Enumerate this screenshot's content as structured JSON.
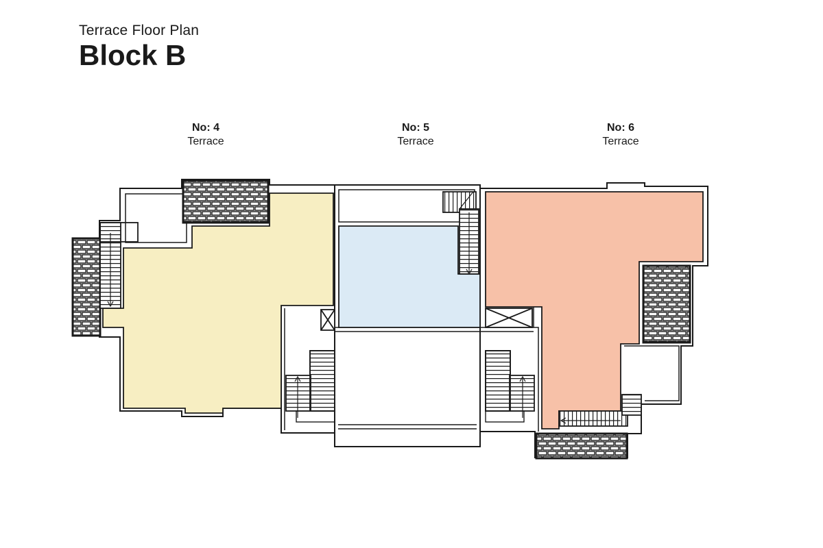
{
  "header": {
    "subtitle": "Terrace Floor Plan",
    "title": "Block B"
  },
  "units": [
    {
      "number": "No: 4",
      "label": "Terrace",
      "color": "#f7eec2"
    },
    {
      "number": "No: 5",
      "label": "Terrace",
      "color": "#dbeaf5"
    },
    {
      "number": "No: 6",
      "label": "Terrace",
      "color": "#f7c1a8"
    }
  ],
  "colors": {
    "line": "#1a1a1a",
    "background": "#ffffff"
  }
}
